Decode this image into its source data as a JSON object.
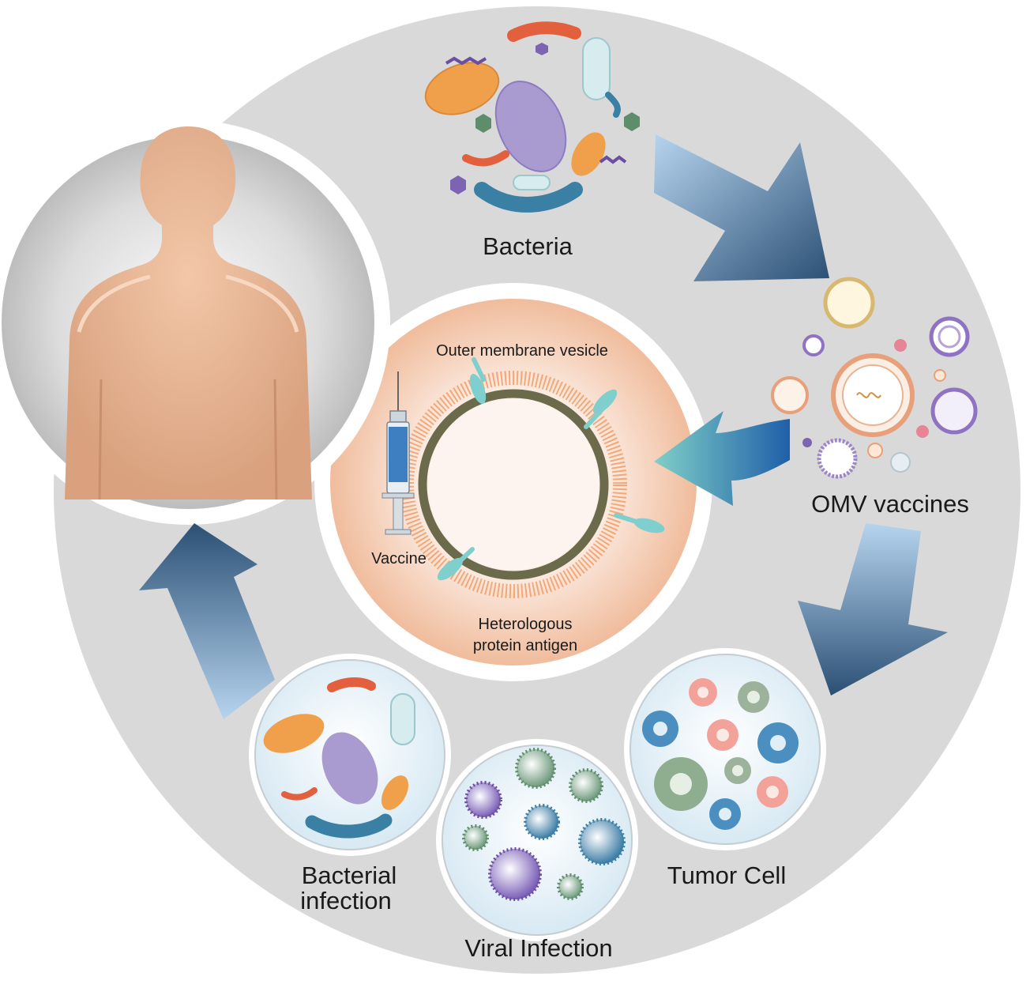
{
  "labels": {
    "bacteria": "Bacteria",
    "omv_vaccines": "OMV vaccines",
    "tumor_cell": "Tumor Cell",
    "viral_infection": "Viral Infection",
    "bacterial_infection_line1": "Bacterial",
    "bacterial_infection_line2": "infection",
    "outer_membrane_vesicle": "Outer membrane vesicle",
    "vaccine": "Vaccine",
    "heterologous_line1": "Heterologous",
    "heterologous_line2": "protein antigen"
  },
  "colors": {
    "ring": "#d9d9d9",
    "arrow_light": "#a9cbe8",
    "arrow_dark": "#2d5378",
    "skin": "#e8b89a",
    "center_glow": "#f3c9ae",
    "membrane": "#ee9a68",
    "teal": "#7fcfcf"
  }
}
